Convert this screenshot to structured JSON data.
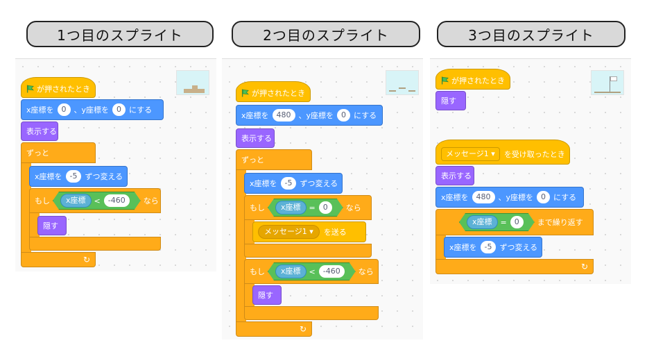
{
  "titles": [
    "1つ目のスプライト",
    "2つ目のスプライト",
    "3つ目のスプライト"
  ],
  "colors": {
    "events": "#ffbf00",
    "control": "#ffab19",
    "motion": "#4c97ff",
    "looks": "#9966ff",
    "operators": "#59c059",
    "sensing": "#5cb1d6"
  },
  "labels": {
    "flag_clicked": "が押されたとき",
    "set_x": "x座標を",
    "comma_y": "、y座標を",
    "suru": "にする",
    "show": "表示する",
    "hide": "隠す",
    "forever": "ずっと",
    "change_by": "ずつ変える",
    "if": "もし",
    "then": "なら",
    "x_pos": "x座標",
    "lt": "<",
    "eq": "=",
    "message1": "メッセージ1",
    "broadcast": "を送る",
    "when_receive": "を受け取ったとき",
    "repeat_until": "まで繰り返す",
    "turn_arrow": "↻"
  },
  "values": {
    "zero": "0",
    "x480": "480",
    "neg5": "-5",
    "neg460": "-460"
  }
}
